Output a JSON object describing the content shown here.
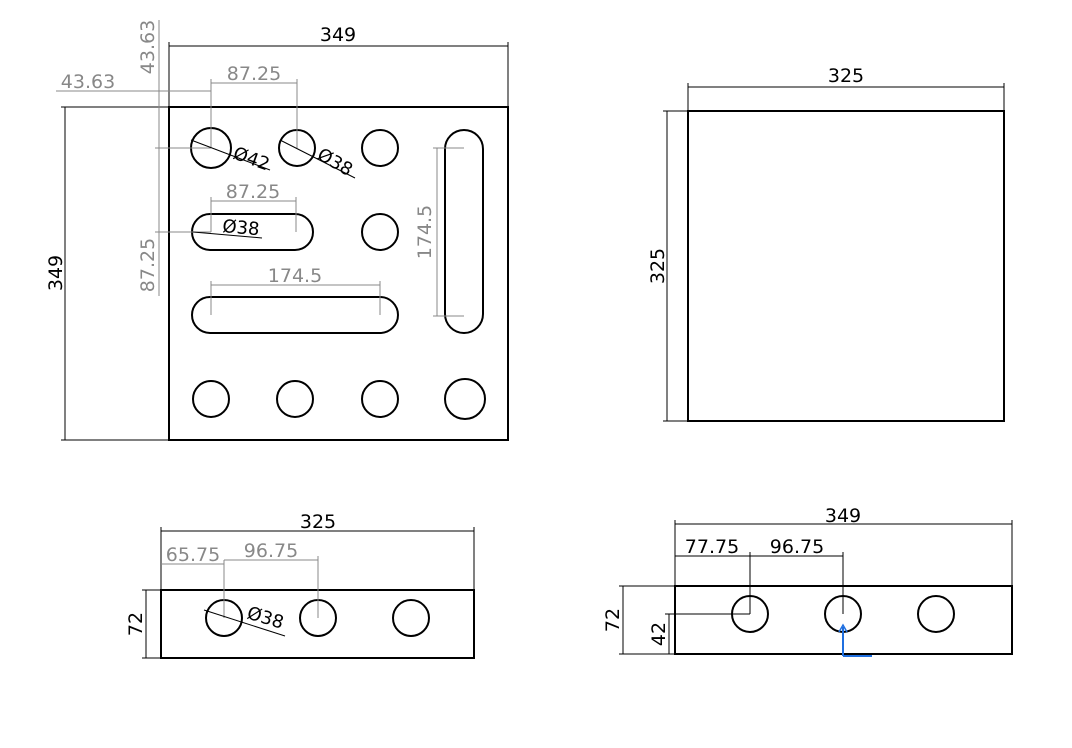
{
  "top_view": {
    "width": "349",
    "height": "349",
    "offset_x": "43.63",
    "offset_y": "43.63",
    "spacing_top": "87.25",
    "spacing_mid": "87.25",
    "spacing_v": "87.25",
    "slot_bottom": "174.5",
    "slot_vertical": "174.5",
    "dia_large": "Ø42",
    "dia_small": "Ø38",
    "dia_slot": "Ø38"
  },
  "side_view": {
    "width": "325",
    "height": "325"
  },
  "front_view": {
    "width": "325",
    "height": "72",
    "first_offset": "65.75",
    "pitch": "96.75",
    "dia": "Ø38"
  },
  "end_view": {
    "width": "349",
    "height": "72",
    "hole_height": "42",
    "first_offset": "77.75",
    "pitch": "96.75"
  },
  "colors": {
    "object_line": "#000000",
    "dimension_line": "#888888",
    "ucs_icon": "#1f6fe0"
  }
}
